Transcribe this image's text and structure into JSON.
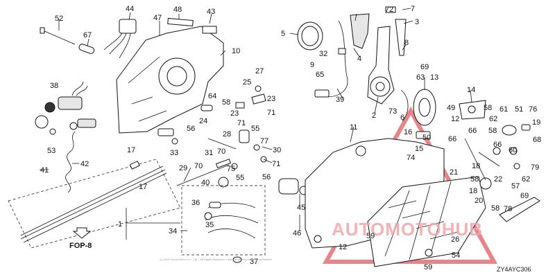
{
  "callouts": {
    "n1": "1",
    "n2": "2",
    "n3": "3",
    "n4": "4",
    "n5": "5",
    "n6": "6",
    "n7": "7",
    "n8": "8",
    "n9": "9",
    "n10": "10",
    "n11": "11",
    "n12": "12",
    "n13": "13",
    "n14": "14",
    "n15": "15",
    "n16": "16",
    "n17a": "17",
    "n17b": "17",
    "n18": "18",
    "n19": "19",
    "n20": "20",
    "n21": "21",
    "n22": "22",
    "n23a": "23",
    "n23b": "23",
    "n24": "24",
    "n25": "25",
    "n26": "26",
    "n27": "27",
    "n28": "28",
    "n29": "29",
    "n30": "30",
    "n31": "31",
    "n32": "32",
    "n33": "33",
    "n34": "34",
    "n35": "35",
    "n36": "36",
    "n37": "37",
    "n38": "38",
    "n39": "39",
    "n40": "40",
    "n41": "41",
    "n42": "42",
    "n43": "43",
    "n44": "44",
    "n45": "45",
    "n46": "46",
    "n47": "47",
    "n48": "48",
    "n49": "49",
    "n50": "50",
    "n51": "51",
    "n52": "52",
    "n53": "53",
    "n54": "54",
    "n55a": "55",
    "n55b": "55",
    "n56a": "56",
    "n56b": "56",
    "n57": "57",
    "n58a": "58",
    "n58b": "58",
    "n58c": "58",
    "n58d": "58",
    "n58e": "58",
    "n59a": "59",
    "n59b": "59",
    "n60": "60",
    "n61": "61",
    "n62a": "62",
    "n62b": "62",
    "n63": "63",
    "n64": "64",
    "n65": "65",
    "n66a": "66",
    "n66b": "66",
    "n67": "67",
    "n68": "68",
    "n69a": "69",
    "n69b": "69",
    "n70a": "70",
    "n70b": "70",
    "n71a": "71",
    "n71b": "71",
    "n71c": "71",
    "n72": "72",
    "n73": "73",
    "n74": "74",
    "n75": "75",
    "n76": "76",
    "n77": "77",
    "n78": "78",
    "n79": "79"
  },
  "reference": {
    "fop": "FOP-8"
  },
  "diagram_code": "ZY4AYC306",
  "copyright_text": "(c) 2003 Honda Motor Co., Ltd. - All Rights Reserved. Unauthorized reproduction prohibited.",
  "watermark": {
    "text": "AUTOMOTOHUB",
    "color_primary": "#d62027",
    "color_secondary": "#f2a6a9"
  },
  "colors": {
    "line": "#111111",
    "background": "#ffffff"
  }
}
